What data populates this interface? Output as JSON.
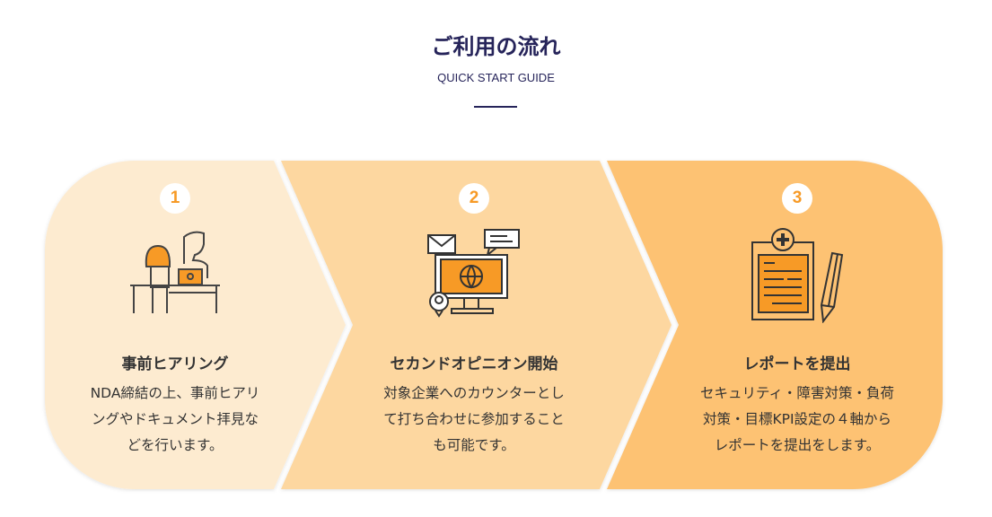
{
  "header": {
    "title": "ご利用の流れ",
    "subtitle": "QUICK START GUIDE"
  },
  "colors": {
    "step1": "#fdebd0",
    "step2": "#fdd7a0",
    "step3": "#fdc273",
    "accent": "#f79a26",
    "navy": "#26245a"
  },
  "steps": [
    {
      "number": "1",
      "icon": "meeting-icon",
      "title": "事前ヒアリング",
      "body": [
        "NDA締結の上、事前ヒアリ",
        "ングやドキュメント拝見な",
        "どを行います。"
      ]
    },
    {
      "number": "2",
      "icon": "computer-globe-icon",
      "title": "セカンドオピニオン開始",
      "body": [
        "対象企業へのカウンターとし",
        "て打ち合わせに参加すること",
        "も可能です。"
      ]
    },
    {
      "number": "3",
      "icon": "clipboard-report-icon",
      "title": "レポートを提出",
      "body": [
        "セキュリティ・障害対策・負荷",
        "対策・目標KPI設定の４軸から",
        "レポートを提出をします。"
      ]
    }
  ]
}
